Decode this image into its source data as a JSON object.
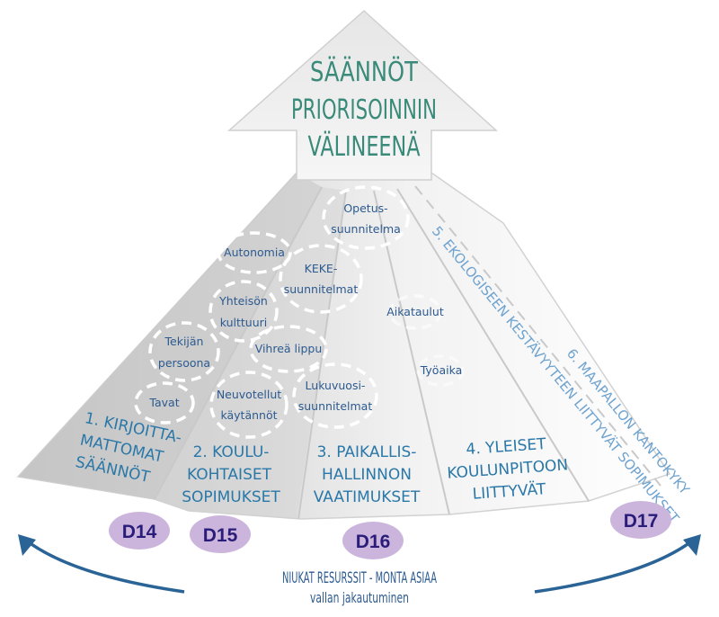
{
  "title": {
    "lines": [
      "SÄÄNNÖT",
      "PRIORISOINNIN",
      "VÄLINEENÄ"
    ]
  },
  "bubbles": [
    {
      "lines": [
        "Opetus-",
        "suunnitelma"
      ]
    },
    {
      "lines": [
        "Autonomia"
      ]
    },
    {
      "lines": [
        "KEKE-",
        "suunnitelmat"
      ]
    },
    {
      "lines": [
        "Yhteisön",
        "kulttuuri"
      ]
    },
    {
      "lines": [
        "Aikataulut"
      ]
    },
    {
      "lines": [
        "Tekijän",
        "persoona"
      ]
    },
    {
      "lines": [
        "Vihreä lippu"
      ]
    },
    {
      "lines": [
        "Työaika"
      ]
    },
    {
      "lines": [
        "Lukuvuosi-",
        "suunnitelmat"
      ]
    },
    {
      "lines": [
        "Tavat"
      ]
    },
    {
      "lines": [
        "Neuvotellut",
        "käytännöt"
      ]
    }
  ],
  "segments": [
    {
      "lines": [
        "1. KIRJOITTA-",
        "MATTOMAT",
        "SÄÄNNÖT"
      ]
    },
    {
      "lines": [
        "2. KOULU-",
        "KOHTAISET",
        "SOPIMUKSET"
      ]
    },
    {
      "lines": [
        "3. PAIKALLIS-",
        "HALLINNON",
        "VAATIMUKSET"
      ]
    },
    {
      "lines": [
        "4. YLEISET",
        "KOULUNPITOON",
        "LIITTYVÄT"
      ]
    },
    {
      "lines": [
        "5. EKOLOGISEEN KESTÄVYYTEEN LIITTYVÄT SOPIMUKSET"
      ]
    },
    {
      "lines": [
        "6. MAAPALLON KANTOKYKY"
      ]
    }
  ],
  "badges": [
    "D14",
    "D15",
    "D16",
    "D17"
  ],
  "bottom": {
    "line1": "NIUKAT RESURSSIT - MONTA ASIAA",
    "line2": "vallan jakautuminen"
  },
  "colors": {
    "title": "#3a8a7a",
    "bubble_text": "#2c5a8f",
    "segment_text": "#2a78a8",
    "diagonal_text": "#6fa3cf",
    "badge_fill": "#cbb5dc",
    "badge_text": "#2a1d7a",
    "arrow": "#2a6496"
  }
}
